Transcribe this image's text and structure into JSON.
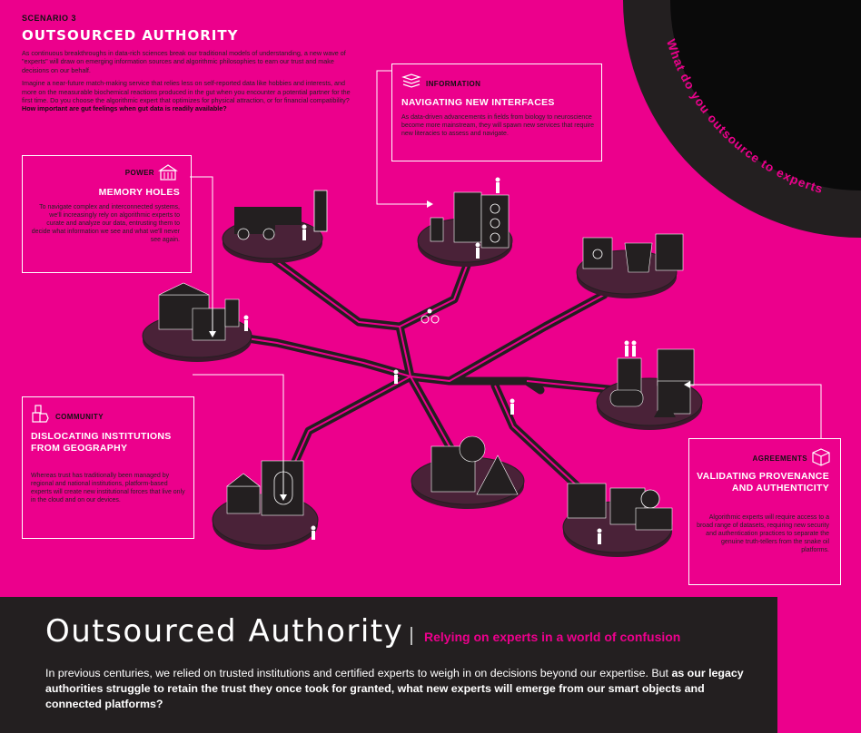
{
  "header": {
    "scenario_label": "SCENARIO 3",
    "title": "OUTSOURCED AUTHORITY",
    "intro_paragraph_1": "As continuous breakthroughs in data-rich sciences break our traditional models of understanding, a new wave of \"experts\" will draw on emerging information sources and algorithmic philosophies to earn our trust and make decisions on our behalf.",
    "intro_paragraph_2": "Imagine a near-future match-making service that relies less on self-reported data like hobbies and interests, and more on the measurable biochemical reactions produced in the gut when you encounter a potential partner for the first time. Do you choose the algorithmic expert that optimizes for physical attraction, or for financial compatibility?",
    "intro_question": "How important are gut feelings when gut data is readily available?"
  },
  "orbit": {
    "question": "What do you outsource to experts?"
  },
  "callouts": {
    "power": {
      "tag": "POWER",
      "icon": "building-icon",
      "heading": "MEMORY HOLES",
      "body": "To navigate complex and interconnected systems, we'll increasingly rely on algorithmic experts to curate and analyze our data, entrusting them to decide what information we see and what we'll never see again."
    },
    "information": {
      "tag": "INFORMATION",
      "icon": "layers-icon",
      "heading": "NAVIGATING NEW INTERFACES",
      "body": "As data-driven advancements in fields from biology to neuroscience become more mainstream, they will spawn new services that require new literacies to assess and navigate."
    },
    "community": {
      "tag": "COMMUNITY",
      "icon": "hand-icon",
      "heading": "DISLOCATING INSTITUTIONS FROM GEOGRAPHY",
      "body": "Whereas trust has traditionally been managed by regional and national institutions, platform-based experts will create new institutional forces that live only in the cloud and on our devices."
    },
    "agreements": {
      "tag": "AGREEMENTS",
      "icon": "cube-icon",
      "heading": "VALIDATING PROVENANCE AND AUTHENTICITY",
      "body": "Algorithmic experts will require access to a broad range of datasets, requiring new security and authentication practices to separate the genuine truth-tellers from the snake oil platforms."
    }
  },
  "footer": {
    "title": "Outsourced Authority",
    "subtitle": "Relying on experts in a world of confusion",
    "body_regular": "In previous centuries, we relied on trusted institutions and certified experts to weigh in on decisions beyond our expertise. But",
    "body_bold": "as our legacy authorities struggle to retain the trust they once took for granted, what new experts will emerge from our smart objects and connected platforms?"
  },
  "colors": {
    "background": "#ec008c",
    "dark": "#231f20",
    "platform": "#3a1a2c",
    "accent": "#ec008c",
    "white": "#ffffff"
  }
}
